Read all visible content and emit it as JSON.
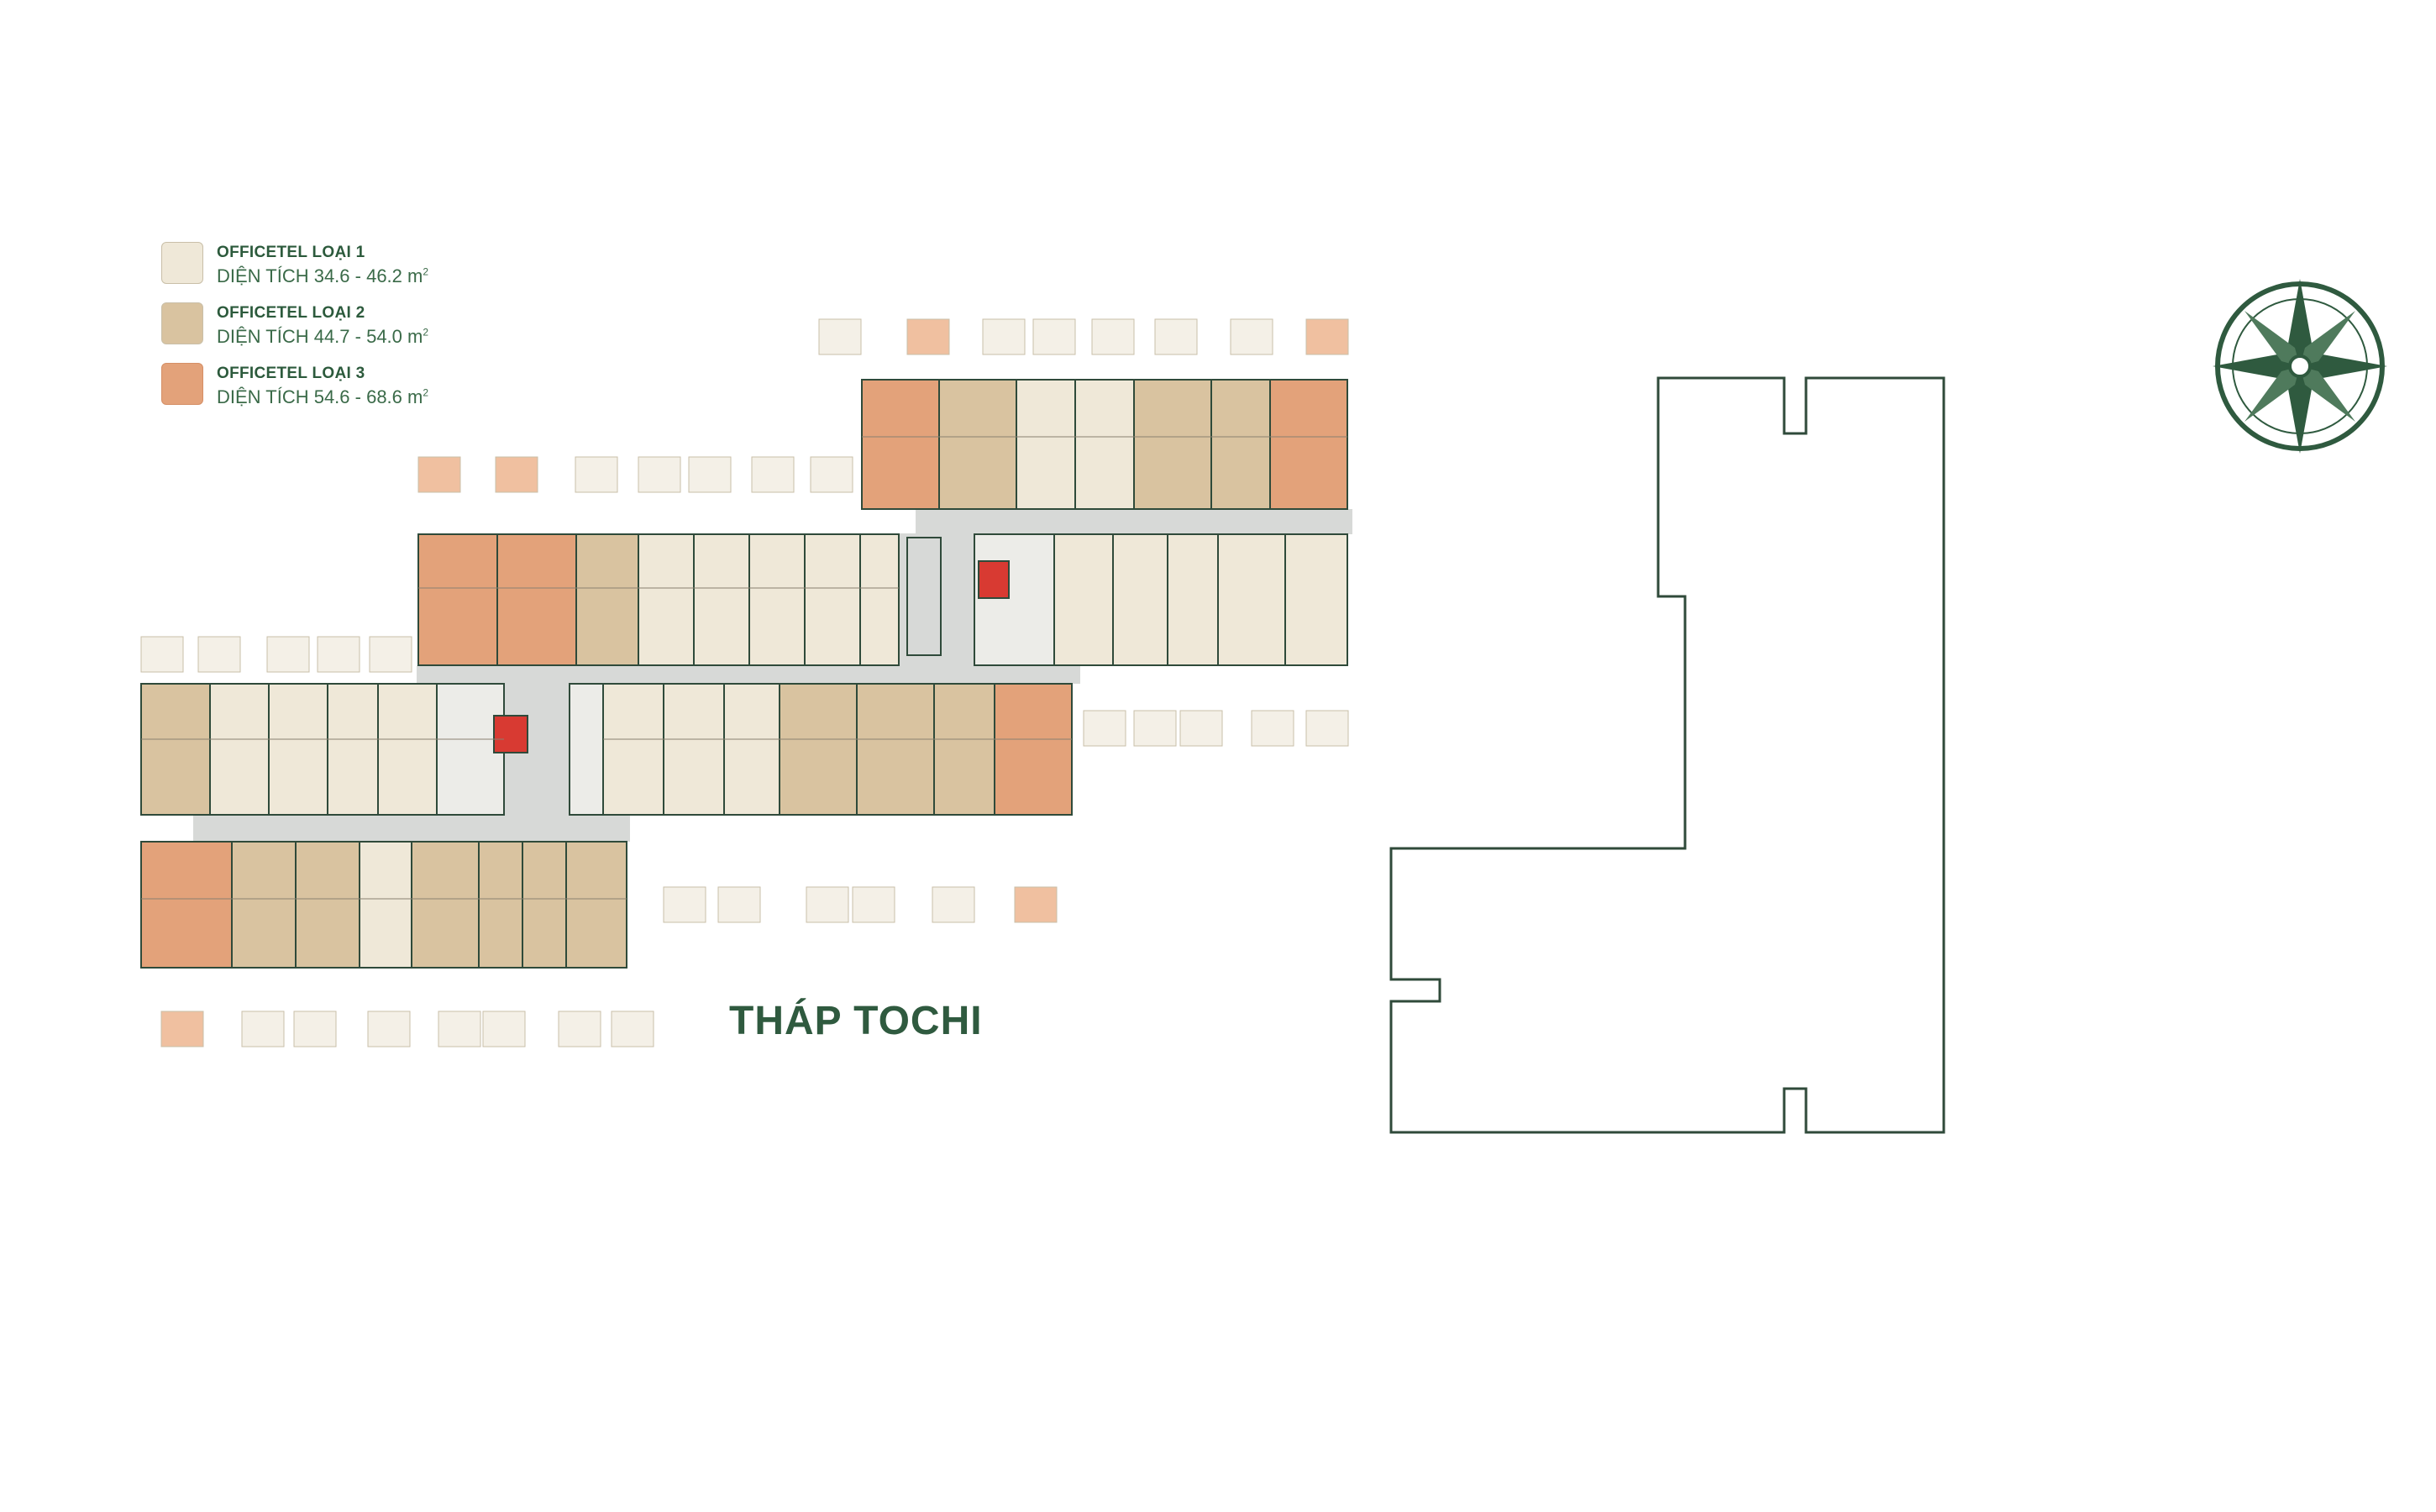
{
  "legend": {
    "items": [
      {
        "name": "OFFICETEL LOẠI 1",
        "area": "DIỆN TÍCH 34.6 - 46.2 m",
        "sup": "2",
        "color": "#efe8d8"
      },
      {
        "name": "OFFICETEL LOẠI 2",
        "area": "DIỆN TÍCH 44.7 - 54.0 m",
        "sup": "2",
        "color": "#d9c3a0"
      },
      {
        "name": "OFFICETEL LOẠI 3",
        "area": "DIỆN TÍCH 54.6 - 68.6 m",
        "sup": "2",
        "color": "#e3a27a"
      }
    ]
  },
  "tower": {
    "name": "THÁP TOCHI"
  },
  "colors": {
    "type1": "#efe8d8",
    "type2": "#d9c3a0",
    "type3": "#e3a27a",
    "corridor": "#d7d9d7",
    "wall": "#2f4a3a",
    "lift": "#d83a32",
    "outline": "#2f4a3a",
    "brand": "#2f5a3f"
  },
  "icons": {
    "compass": "compass-rose-icon"
  }
}
